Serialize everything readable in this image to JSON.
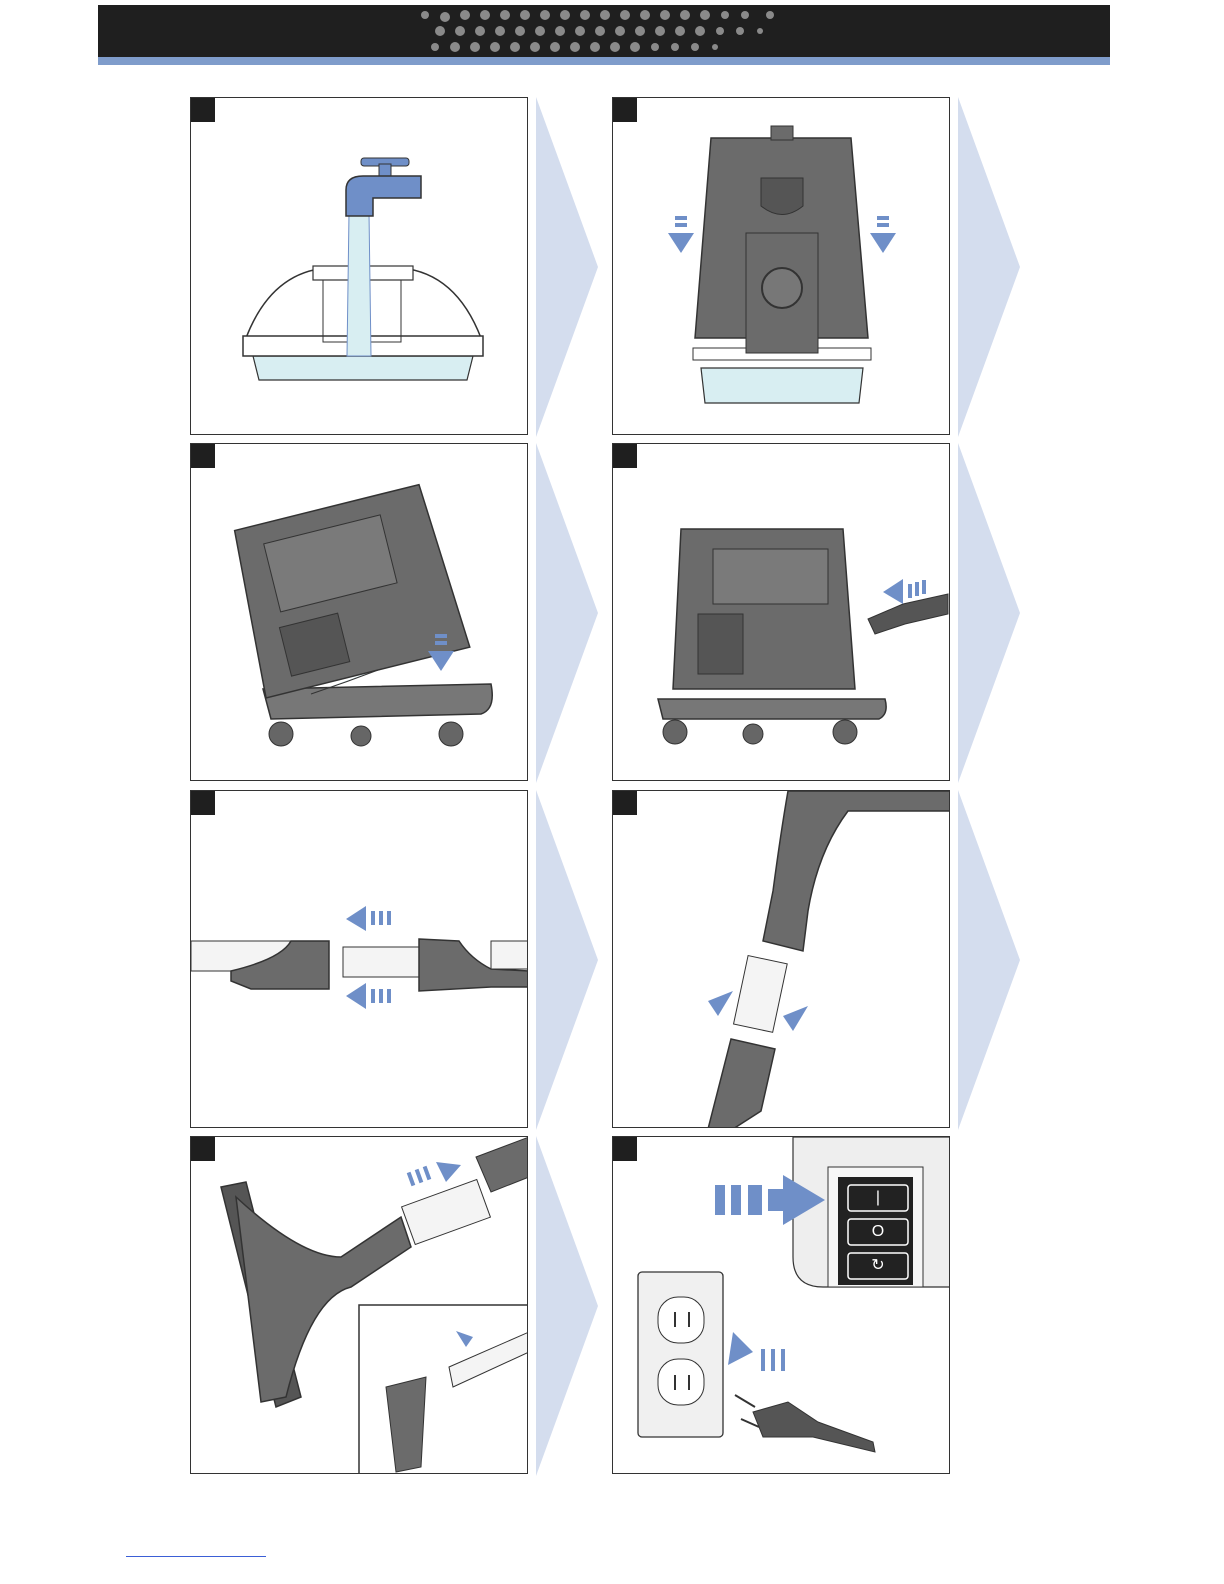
{
  "header": {
    "bar_color": "#1f1f1f",
    "stripe_color": "#7f9ccb"
  },
  "panels": [
    {
      "id": 1,
      "step_label": "",
      "icon": "faucet-filling-basin-icon"
    },
    {
      "id": 2,
      "step_label": "",
      "icon": "attach-unit-to-basin-icon"
    },
    {
      "id": 3,
      "step_label": "",
      "icon": "place-on-dolly-icon"
    },
    {
      "id": 4,
      "step_label": "",
      "icon": "connect-hose-icon"
    },
    {
      "id": 5,
      "step_label": "",
      "icon": "connect-wand-tubes-icon"
    },
    {
      "id": 6,
      "step_label": "",
      "icon": "attach-handle-to-wand-icon"
    },
    {
      "id": 7,
      "step_label": "",
      "icon": "attach-floor-brush-icon"
    },
    {
      "id": 8,
      "step_label": "",
      "icon": "plug-in-and-switch-on-icon"
    }
  ],
  "switch_panel": {
    "buttons": [
      "|",
      "O",
      "↻"
    ]
  },
  "colors": {
    "accent_blue": "#6f8fc8",
    "chevron": "#d4ddee",
    "unit_gray": "#6b6b6b",
    "water": "#d8eef2"
  }
}
